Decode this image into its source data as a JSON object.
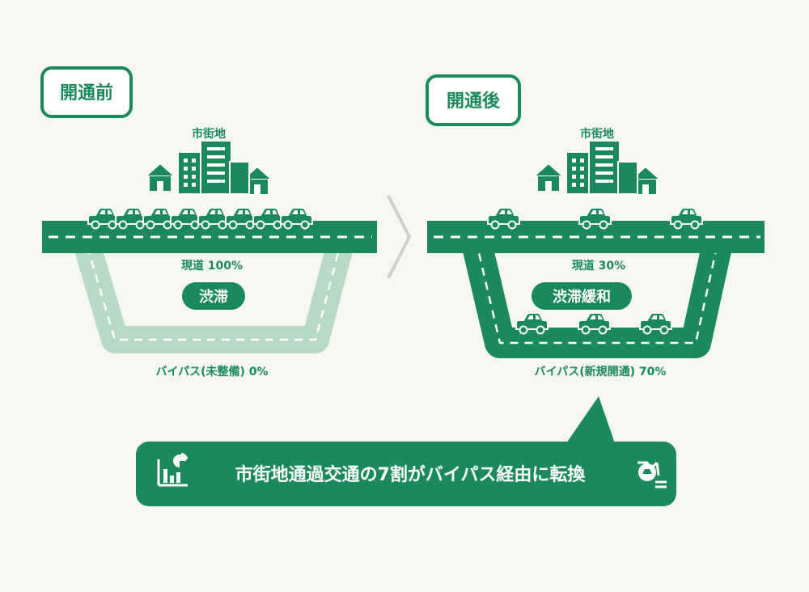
{
  "colors": {
    "primary": "#1a8a5c",
    "light": "#b8d9c5",
    "background": "#f6f7f1",
    "arrow": "#c7d4cb"
  },
  "before": {
    "title": "開通前",
    "city_label": "市街地",
    "main_road_label": "現道 100%",
    "status": "渋滞",
    "bypass_label": "バイパス(未整備) 0%"
  },
  "after": {
    "title": "開通後",
    "city_label": "市街地",
    "main_road_label": "現道 30%",
    "status": "渋滞緩和",
    "bypass_label": "バイパス(新規開通) 70%"
  },
  "summary": {
    "text": "市街地通過交通の7割がバイパス経由に転換",
    "left_icon": "chart-icon",
    "right_icon": "car-route-icon"
  }
}
